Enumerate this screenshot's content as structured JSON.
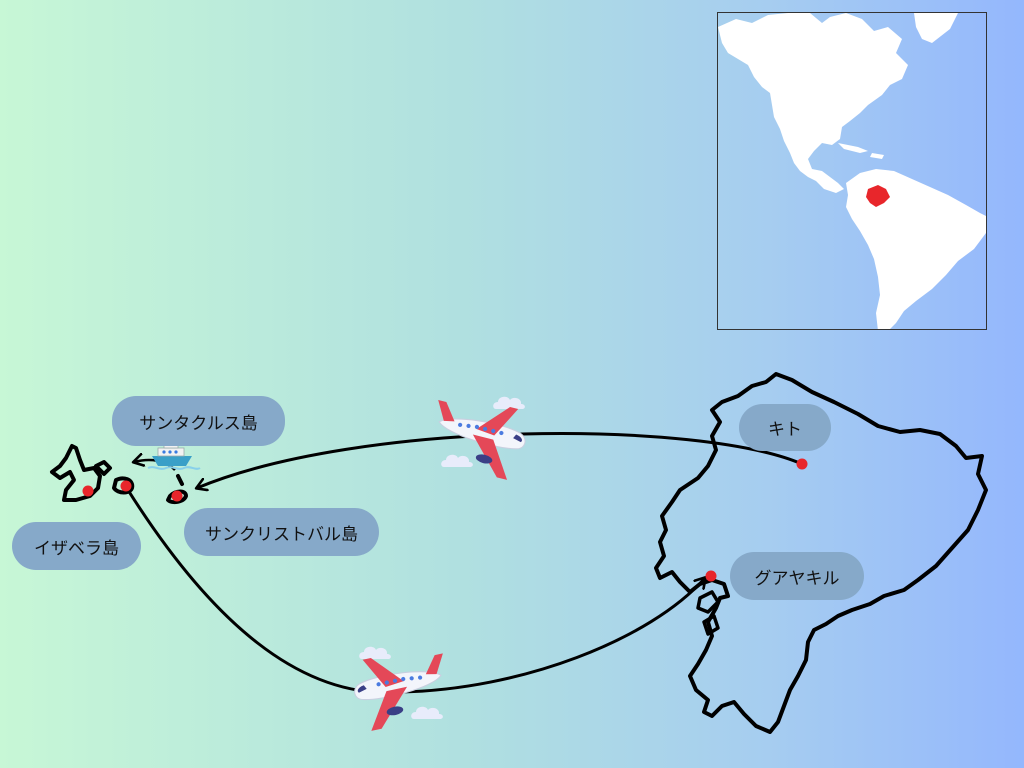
{
  "labels": {
    "quito": "キト",
    "guayaquil": "グアヤキル",
    "santa_cruz": "サンタクルス島",
    "san_cristobal": "サンクリストバル島",
    "isabela": "イザベラ島"
  },
  "colors": {
    "background_left": "#c7f7d6",
    "background_right": "#94b7fd",
    "label_fill": "#86a9c9",
    "marker": "#e8262b",
    "route": "#000000",
    "highlight_country": "#e8262b",
    "land": "#ffffff"
  },
  "icons": [
    "airplane-icon",
    "ship-icon",
    "cloud-icon",
    "city-marker"
  ],
  "inset": {
    "description_icon": "americas-locator-map",
    "highlighted": "ecuador-region"
  }
}
